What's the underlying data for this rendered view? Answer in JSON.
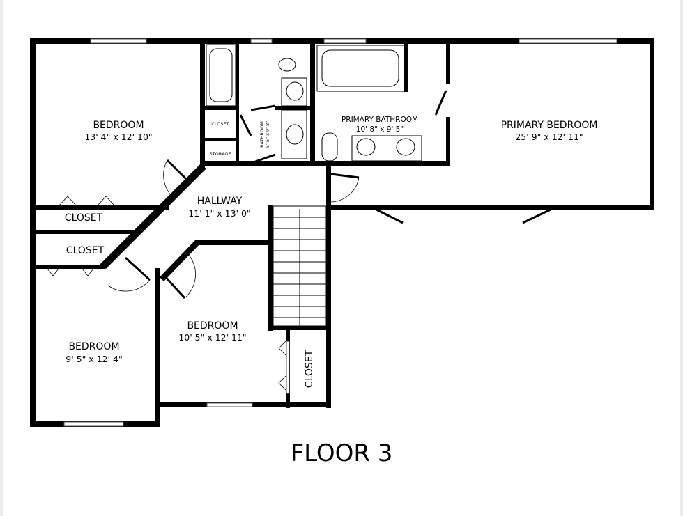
{
  "floor_title": "FLOOR 3",
  "rooms": [
    {
      "name": "BEDROOM",
      "dims": "13' 4\" x 12' 10\""
    },
    {
      "name": "PRIMARY BEDROOM",
      "dims": "25' 9\" x 12' 11\""
    },
    {
      "name": "PRIMARY BATHROOM",
      "dims": "10' 8\" x 9' 5\""
    },
    {
      "name": "HALLWAY",
      "dims": "11' 1\" x 13' 0\""
    },
    {
      "name": "BEDROOM",
      "dims": "9' 5\" x 12' 4\""
    },
    {
      "name": "BEDROOM",
      "dims": "10' 5\" x 12' 11\""
    },
    {
      "name": "BATHROOM",
      "dims": "5' 5\" x 9' 8\""
    }
  ],
  "small_rooms": {
    "closet_upper": "CLOSET",
    "closet_lower": "CLOSET",
    "closet_stairs": "CLOSET",
    "closet_small": "CLOSET",
    "storage": "STORAGE"
  }
}
